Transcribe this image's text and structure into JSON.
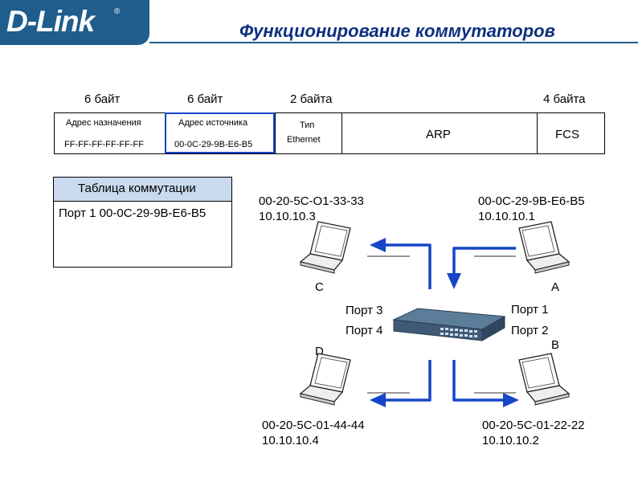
{
  "header": {
    "logo": "D-Link",
    "logo_mark": "®",
    "title": "Функционирование коммутаторов"
  },
  "frame": {
    "sizes": [
      "6 байт",
      "6 байт",
      "2 байта",
      "4 байта"
    ],
    "fields": {
      "dst_label": "Адрес назначения",
      "dst_value": "FF-FF-FF-FF-FF-FF",
      "src_label": "Адрес источника",
      "src_value": "00-0C-29-9B-E6-B5",
      "type_line1": "Тип",
      "type_line2": "Ethernet",
      "payload": "ARP",
      "fcs": "FCS"
    }
  },
  "switch_table": {
    "title": "Таблица коммутации",
    "rows": [
      "Порт 1 00-0C-29-9B-E6-B5"
    ]
  },
  "devices": {
    "C": {
      "mac": "00-20-5C-O1-33-33",
      "ip": "10.10.10.3",
      "letter": "C"
    },
    "A": {
      "mac": "00-0C-29-9B-E6-B5",
      "ip": "10.10.10.1",
      "letter": "A"
    },
    "D": {
      "mac": "00-20-5C-01-44-44",
      "ip": "10.10.10.4",
      "letter": "D"
    },
    "B": {
      "mac": "00-20-5C-01-22-22",
      "ip": "10.10.10.2",
      "letter": "B"
    }
  },
  "ports": {
    "p1": "Порт 1",
    "p2": "Порт 2",
    "p3": "Порт 3",
    "p4": "Порт 4"
  },
  "colors": {
    "brand": "#1f5d8c",
    "title": "#0e2f7f",
    "arrow": "#1646c8",
    "table_header": "#c9d9ee"
  }
}
